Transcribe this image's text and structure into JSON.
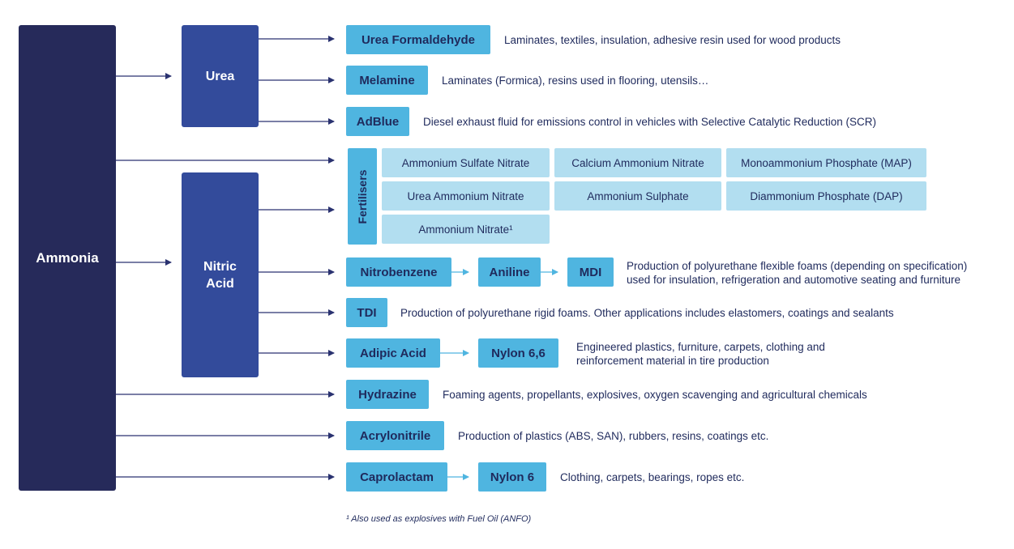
{
  "root": {
    "label": "Ammonia"
  },
  "intermediates": {
    "urea": "Urea",
    "nitric_acid": [
      "Nitric",
      "Acid"
    ]
  },
  "products": {
    "urea_formaldehyde": "Urea Formaldehyde",
    "melamine": "Melamine",
    "adblue": "AdBlue",
    "nitrobenzene": "Nitrobenzene",
    "aniline": "Aniline",
    "mdi": "MDI",
    "tdi": "TDI",
    "adipic_acid": "Adipic Acid",
    "nylon_66": "Nylon 6,6",
    "hydrazine": "Hydrazine",
    "acrylonitrile": "Acrylonitrile",
    "caprolactam": "Caprolactam",
    "nylon_6": "Nylon 6"
  },
  "fertilisers": {
    "label": "Fertilisers",
    "items": [
      "Ammonium Sulfate Nitrate",
      "Calcium Ammonium Nitrate",
      "Monoammonium Phosphate (MAP)",
      "Urea Ammonium Nitrate",
      "Ammonium Sulphate",
      "Diammonium Phosphate (DAP)",
      "Ammonium Nitrate¹"
    ]
  },
  "descriptions": {
    "urea_formaldehyde": "Laminates, textiles, insulation, adhesive resin used for wood products",
    "melamine": "Laminates (Formica), resins used in flooring, utensils…",
    "adblue": "Diesel exhaust fluid for emissions control in vehicles with Selective Catalytic Reduction (SCR)",
    "mdi": [
      "Production of polyurethane flexible foams (depending on specification)",
      "used for insulation, refrigeration and automotive seating and furniture"
    ],
    "tdi": "Production of polyurethane rigid foams. Other applications includes elastomers, coatings and sealants",
    "nylon_66": [
      "Engineered plastics, furniture, carpets, clothing and",
      "reinforcement material in tire production"
    ],
    "hydrazine": "Foaming agents, propellants, explosives, oxygen scavenging and agricultural chemicals",
    "acrylonitrile": "Production of plastics (ABS, SAN), rubbers, resins, coatings etc.",
    "nylon_6": "Clothing, carpets, bearings, ropes etc."
  },
  "footnote": "¹ Also used as explosives with Fuel Oil (ANFO)",
  "colors": {
    "navy": "#262a5a",
    "blue": "#334b9b",
    "product": "#4fb5e0",
    "fertiliser": "#b2def0",
    "text": "#1f2a5c",
    "arrow_dark": "#2a3270",
    "arrow_light": "#4fb5e0"
  }
}
